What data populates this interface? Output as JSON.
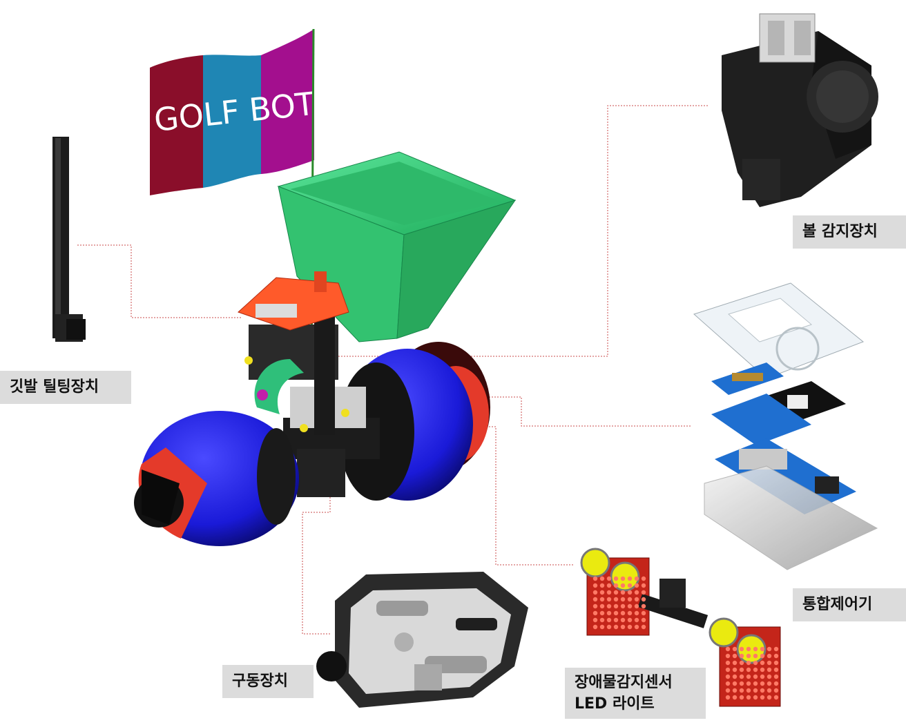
{
  "flag": {
    "text": "GOLF BOT",
    "colors": [
      "#8a0e2a",
      "#1f86b4",
      "#a30f8e"
    ]
  },
  "labels": {
    "flag_tilting": "깃발 틸팅장치",
    "ball_sensor": "볼 감지장치",
    "controller": "통합제어기",
    "drive": "구동장치",
    "obstacle": "장애물감지센서\nLED 라이트"
  },
  "colors": {
    "hopper": "#35d07a",
    "body_blue": "#1a1ad8",
    "nose_red": "#e43a2a",
    "pcb_blue": "#1f6fd0",
    "controller_top": "#ff5a2a",
    "leader_line": "#c94a4a",
    "label_bg": "#dcdcdc"
  },
  "icons": [
    "flag-icon",
    "antenna-icon",
    "ball-sensor-icon",
    "controller-stack-icon",
    "drive-unit-icon",
    "led-sensor-icon",
    "robot-body-icon"
  ]
}
